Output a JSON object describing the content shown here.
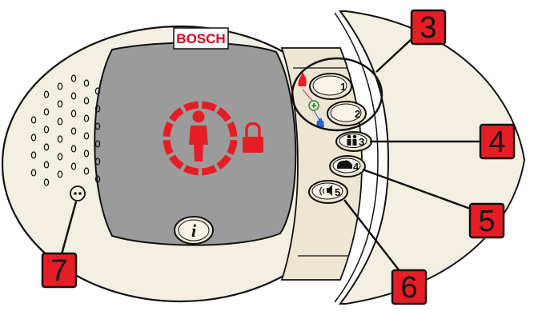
{
  "brand": {
    "label": "BOSCH",
    "color": "#e2001a"
  },
  "buttons": [
    {
      "id": "button-1",
      "label": "1",
      "icon": "fire-icon"
    },
    {
      "id": "button-2",
      "label": "2",
      "icon": "medical-icon"
    },
    {
      "id": "button-3",
      "label": "3",
      "icon": "people-icon"
    },
    {
      "id": "button-4",
      "label": "4",
      "icon": "car-icon"
    },
    {
      "id": "button-5",
      "label": "5",
      "icon": "speaker-icon"
    }
  ],
  "info_button": {
    "label": "i"
  },
  "status_display": {
    "icons": [
      "person-icon",
      "padlock-icon",
      "ring-icon"
    ],
    "color": "#e51e25"
  },
  "callouts": [
    "3",
    "4",
    "5",
    "6",
    "7"
  ],
  "colors": {
    "callout_fill": "#e51e25",
    "housing": "#f3efe2",
    "panel": "#9b9b9b",
    "outline": "#111111"
  }
}
